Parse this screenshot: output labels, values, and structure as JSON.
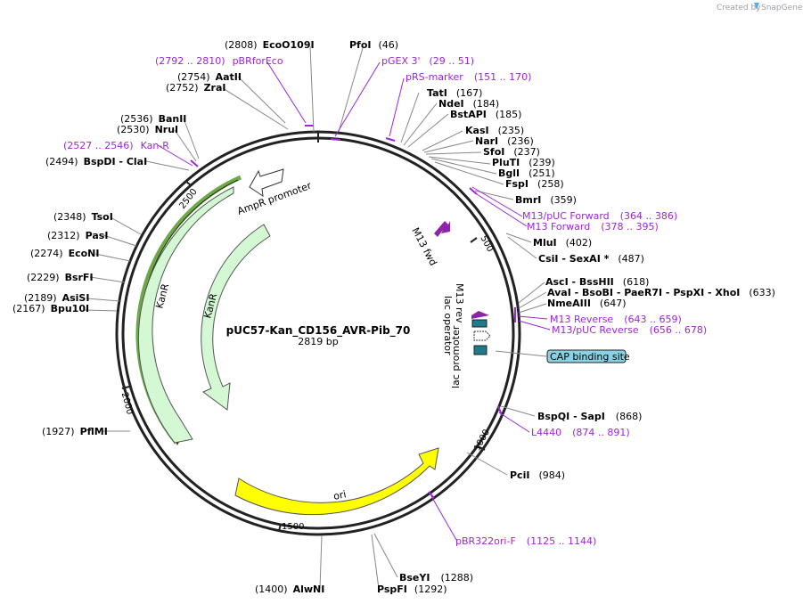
{
  "brand": {
    "created_by": "Created by",
    "name": "SnapGene"
  },
  "plasmid": {
    "name": "pUC57-Kan_CD156_AVR-Pib_70",
    "size": "2819 bp"
  },
  "ticks": [
    "500",
    "1000",
    "1500",
    "2000",
    "2500"
  ],
  "features": {
    "ampr_promoter": "AmpR promoter",
    "kanr_outer": "KanR",
    "kanr_inner": "KanR",
    "ori": "ori",
    "m13_fwd": "M13 fwd",
    "m13_rev": "M13 rev",
    "lac_operator": "lac operator",
    "lac_promoter": "lac promoter",
    "cap_site": "CAP binding site"
  },
  "labels": [
    {
      "pos": "(2808)",
      "name": "EcoO109I"
    },
    {
      "name": "PfoI",
      "pos": "(46)"
    },
    {
      "name": "pBRforEco",
      "pos": "(2792 .. 2810)"
    },
    {
      "name": "pGEX 3'",
      "pos": "(29 .. 51)"
    },
    {
      "pos": "(2754)",
      "name": "AatII"
    },
    {
      "pos": "(2752)",
      "name": "ZraI"
    },
    {
      "name": "pRS-marker",
      "pos": "(151 .. 170)"
    },
    {
      "name": "TatI",
      "pos": "(167)"
    },
    {
      "name": "NdeI",
      "pos": "(184)"
    },
    {
      "name": "BstAPI",
      "pos": "(185)"
    },
    {
      "pos": "(2536)",
      "name": "BanII"
    },
    {
      "pos": "(2530)",
      "name": "NruI"
    },
    {
      "name": "KasI",
      "pos": "(235)"
    },
    {
      "name": "NarI",
      "pos": "(236)"
    },
    {
      "name": "Kan-R",
      "pos": "(2527 .. 2546)"
    },
    {
      "name": "SfoI",
      "pos": "(237)"
    },
    {
      "name": "PluTI",
      "pos": "(239)"
    },
    {
      "pos": "(2494)",
      "name": "BspDI - ClaI"
    },
    {
      "name": "BglI",
      "pos": "(251)"
    },
    {
      "name": "FspI",
      "pos": "(258)"
    },
    {
      "name": "BmrI",
      "pos": "(359)"
    },
    {
      "name": "M13/pUC Forward",
      "pos": "(364 .. 386)"
    },
    {
      "name": "M13 Forward",
      "pos": "(378 .. 395)"
    },
    {
      "pos": "(2348)",
      "name": "TsoI"
    },
    {
      "pos": "(2312)",
      "name": "PasI"
    },
    {
      "name": "MluI",
      "pos": "(402)"
    },
    {
      "pos": "(2274)",
      "name": "EcoNI"
    },
    {
      "name": "CsiI - SexAI *",
      "pos": "(487)"
    },
    {
      "pos": "(2229)",
      "name": "BsrFI"
    },
    {
      "name": "AscI - BssHII",
      "pos": "(618)"
    },
    {
      "name": "AvaI - BsoBI - PaeR7I - PspXI - XhoI",
      "pos": "(633)"
    },
    {
      "pos": "(2189)",
      "name": "AsiSI"
    },
    {
      "pos": "(2167)",
      "name": "Bpu10I"
    },
    {
      "name": "NmeAIII",
      "pos": "(647)"
    },
    {
      "name": "M13 Reverse",
      "pos": "(643 .. 659)"
    },
    {
      "name": "M13/pUC Reverse",
      "pos": "(656 .. 678)"
    },
    {
      "name": "BspQI - SapI",
      "pos": "(868)"
    },
    {
      "pos": "(1927)",
      "name": "PflMI"
    },
    {
      "name": "L4440",
      "pos": "(874 .. 891)"
    },
    {
      "name": "PciI",
      "pos": "(984)"
    },
    {
      "name": "pBR322ori-F",
      "pos": "(1125 .. 1144)"
    },
    {
      "name": "BseYI",
      "pos": "(1288)"
    },
    {
      "pos": "(1400)",
      "name": "AlwNI"
    },
    {
      "name": "PspFI",
      "pos": "(1292)"
    }
  ]
}
